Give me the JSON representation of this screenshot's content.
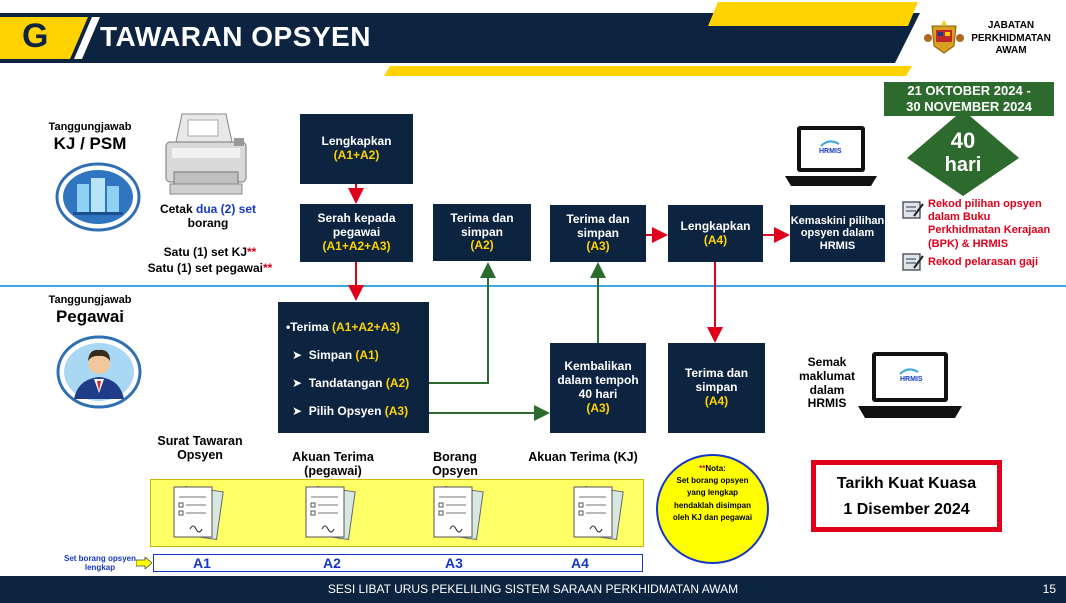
{
  "header": {
    "letter": "G",
    "title": "TAWARAN OPSYEN",
    "org": [
      "JABATAN",
      "PERKHIDMATAN",
      "AWAM"
    ]
  },
  "date_range": [
    "21 OKTOBER 2024 -",
    "30 NOVEMBER 2024"
  ],
  "days": {
    "number": "40",
    "unit": "hari"
  },
  "kj": {
    "heading": "Tanggungjawab",
    "title": "KJ / PSM",
    "cetak_1": "Cetak ",
    "cetak_2": "dua (2) set",
    "cetak_3": "borang",
    "satu_kj": "Satu (1) set KJ",
    "satu_pegawai": "Satu (1) set pegawai",
    "stars": "**"
  },
  "pegawai": {
    "heading": "Tanggungjawab",
    "title": "Pegawai"
  },
  "boxes": {
    "lengkapkan_1": {
      "text": "Lengkapkan",
      "code": "(A1+A2)"
    },
    "serah": {
      "text": "Serah kepada pegawai",
      "code": "(A1+A2+A3)"
    },
    "terima_a2": {
      "text": "Terima dan simpan",
      "code": "(A2)"
    },
    "terima_a3": {
      "text": "Terima dan simpan",
      "code": "(A3)"
    },
    "lengkapkan_a4": {
      "text": "Lengkapkan",
      "code": "(A4)"
    },
    "kemaskini": {
      "text": "Kemaskini pilihan opsyen dalam HRMIS"
    },
    "pegawai_list": {
      "terima": "Terima ",
      "terima_code": "(A1+A2+A3)",
      "simpan": "Simpan ",
      "simpan_code": "(A1)",
      "tandatangan": "Tandatangan ",
      "tandatangan_code": "(A2)",
      "pilih": "Pilih Opsyen ",
      "pilih_code": "(A3)"
    },
    "kembalikan": {
      "text": "Kembalikan dalam tempoh 40 hari",
      "code": "(A3)"
    },
    "terima_a4": {
      "text": "Terima dan simpan",
      "code": "(A4)"
    }
  },
  "hrmis_label": "HRMIS",
  "semak": "Semak maklumat dalam HRMIS",
  "records": [
    "Rekod pilihan opsyen dalam Buku Perkhidmatan Kerajaan (BPK) & HRMIS",
    "Rekod pelarasan gaji"
  ],
  "documents": [
    {
      "title": "Surat Tawaran Opsyen",
      "code": "A1"
    },
    {
      "title": "Akuan Terima (pegawai)",
      "code": "A2"
    },
    {
      "title": "Borang Opsyen",
      "code": "A3"
    },
    {
      "title": "Akuan Terima (KJ)",
      "code": "A4"
    }
  ],
  "set_borang": "Set borang opsyen lengkap",
  "nota": {
    "title": "Nota:",
    "stars": "**",
    "body": "Set borang opsyen yang lengkap hendaklah disimpan oleh KJ dan pegawai"
  },
  "effective": {
    "label": "Tarikh Kuat Kuasa",
    "date": "1 Disember 2024"
  },
  "footer": {
    "text": "SESI LIBAT URUS PEKELILING SISTEM SARAAN PERKHIDMATAN AWAM",
    "page": "15"
  },
  "colors": {
    "navy": "#0d2441",
    "yellow": "#ffd200",
    "green": "#2d6a2d",
    "red": "#e0001b",
    "blue": "#1437c8"
  }
}
